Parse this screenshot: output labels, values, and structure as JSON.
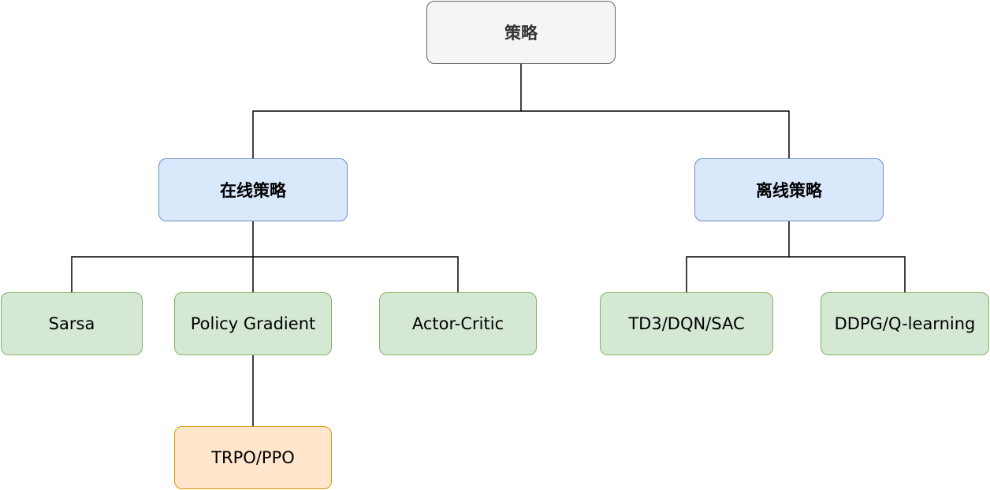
{
  "diagram": {
    "root": {
      "label": "策略"
    },
    "branches": [
      {
        "label": "在线策略",
        "children": [
          {
            "label": "Sarsa"
          },
          {
            "label": "Policy Gradient",
            "children": [
              {
                "label": "TRPO/PPO"
              }
            ]
          },
          {
            "label": "Actor-Critic"
          }
        ]
      },
      {
        "label": "离线策略",
        "children": [
          {
            "label": "TD3/DQN/SAC"
          },
          {
            "label": "DDPG/Q-learning"
          }
        ]
      }
    ],
    "colors": {
      "root_fill": "#f5f5f5",
      "root_stroke": "#666666",
      "category_fill": "#dae8fc",
      "category_stroke": "#6c8ebf",
      "algorithm_fill": "#d5e8d4",
      "algorithm_stroke": "#82b366",
      "variant_fill": "#ffe6cc",
      "variant_stroke": "#d79b00",
      "connector": "#000000"
    }
  }
}
